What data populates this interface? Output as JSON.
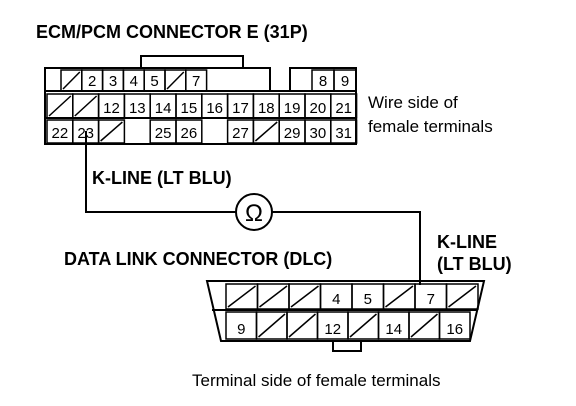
{
  "ecm_connector": {
    "title": "ECM/PCM CONNECTOR E (31P)",
    "side_label_line1": "Wire side of",
    "side_label_line2": "female terminals",
    "row1": [
      "",
      "2",
      "3",
      "4",
      "5",
      "",
      "7",
      null,
      "8",
      "9"
    ],
    "row2": [
      "",
      "",
      "12",
      "13",
      "14",
      "15",
      "16",
      "17",
      "18",
      "19",
      "20",
      "21"
    ],
    "row3": [
      "22",
      "23",
      "",
      null,
      "25",
      "26",
      null,
      "27",
      "",
      "29",
      "30",
      "31"
    ]
  },
  "wire_labels": {
    "left": "K-LINE (LT BLU)",
    "right_line1": "K-LINE",
    "right_line2": "(LT BLU)"
  },
  "ohmmeter": {
    "symbol": "Ω",
    "icon": "ohmmeter-icon"
  },
  "dlc": {
    "title": "DATA LINK CONNECTOR (DLC)",
    "top_row": [
      "",
      "",
      "",
      "4",
      "5",
      "",
      "7",
      ""
    ],
    "bottom_row": [
      "9",
      "",
      "",
      "12",
      "",
      "14",
      "",
      "16"
    ],
    "side_label": "Terminal side of female terminals"
  }
}
